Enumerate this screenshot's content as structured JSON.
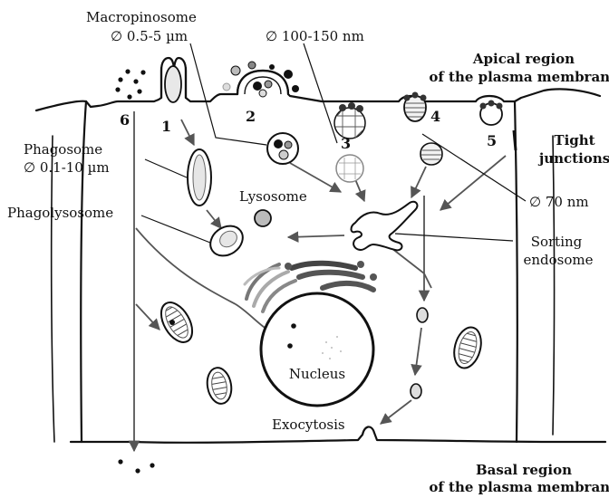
{
  "labels": {
    "macropinosome": "Macropinosome",
    "macropinosome_size": "∅ 0.5-5 µm",
    "vesicle_size": "∅ 100-150 nm",
    "apical_line1": "Apical region",
    "apical_line2": "of the plasma membrane",
    "phagosome": "Phagosome",
    "phagosome_size": "∅ 0.1-10 µm",
    "lysosome": "Lysosome",
    "tight_line1": "Tight",
    "tight_line2": "junctions",
    "caveolae_size": "∅ 70 nm",
    "phagolysosome": "Phagolysosome",
    "sorting_line1": "Sorting",
    "sorting_line2": "endosome",
    "nucleus": "Nucleus",
    "exocytosis": "Exocytosis",
    "basal_line1": "Basal region",
    "basal_line2": "of the plasma membrane"
  },
  "pathway_numbers": [
    "1",
    "2",
    "3",
    "4",
    "5",
    "6"
  ],
  "colors": {
    "ink": "#111111",
    "arrow": "#555555",
    "organelle_fill": "#e6e6e6",
    "golgi_dark": "#555555",
    "golgi_light": "#cfcfcf"
  }
}
